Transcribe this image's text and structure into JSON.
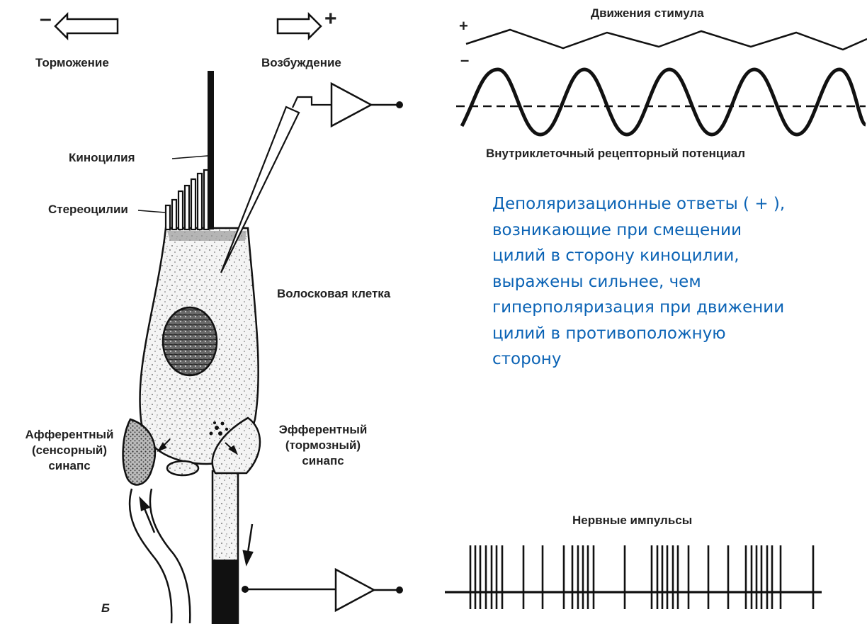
{
  "labels": {
    "inhibition": "Торможение",
    "excitation": "Возбуждение",
    "minus_sign": "–",
    "plus_sign": "+",
    "kinocilium": "Киноцилия",
    "stereocilia": "Стереоцилии",
    "hair_cell": "Волосковая клетка",
    "afferent": [
      "Афферентный",
      "(сенсорный)",
      "синапс"
    ],
    "efferent": [
      "Эфферентный",
      "(тормозный)",
      "синапс"
    ],
    "panel_letter": "Б",
    "stimulus_title": "Движения стимула",
    "stim_plus": "+",
    "stim_minus": "–",
    "receptor_potential": "Внутриклеточный рецепторный потенциал",
    "nerve_impulses": "Нервные импульсы"
  },
  "description": [
    "Деполяризационные ответы ( + ),",
    "возникающие при смещении",
    "цилий в сторону киноцилии,",
    "выражены сильнее, чем",
    "гиперполяризация при движении",
    "цилий в противоположную",
    "сторону"
  ],
  "colors": {
    "description_text": "#0b63b5",
    "ink": "#111111"
  }
}
